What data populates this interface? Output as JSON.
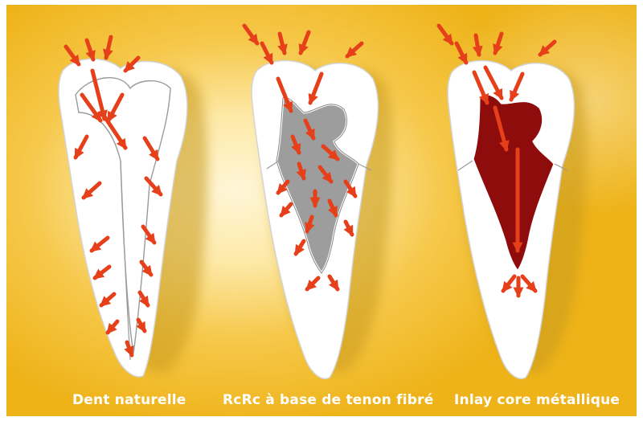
{
  "captions": {
    "natural": "Dent naturelle",
    "fiber_post": "RcRc à base de tenon fibré",
    "metal_core": "Inlay core métallique"
  },
  "colors": {
    "background_light": "#fff6d8",
    "background_dark": "#eeb319",
    "tooth": "#ffffff",
    "tooth_outline": "#9a9a9a",
    "fiber_core": "#9d9d9d",
    "metal_core": "#8e0c0c",
    "arrow": "#e6401a",
    "shadow": "#c89a1c"
  }
}
